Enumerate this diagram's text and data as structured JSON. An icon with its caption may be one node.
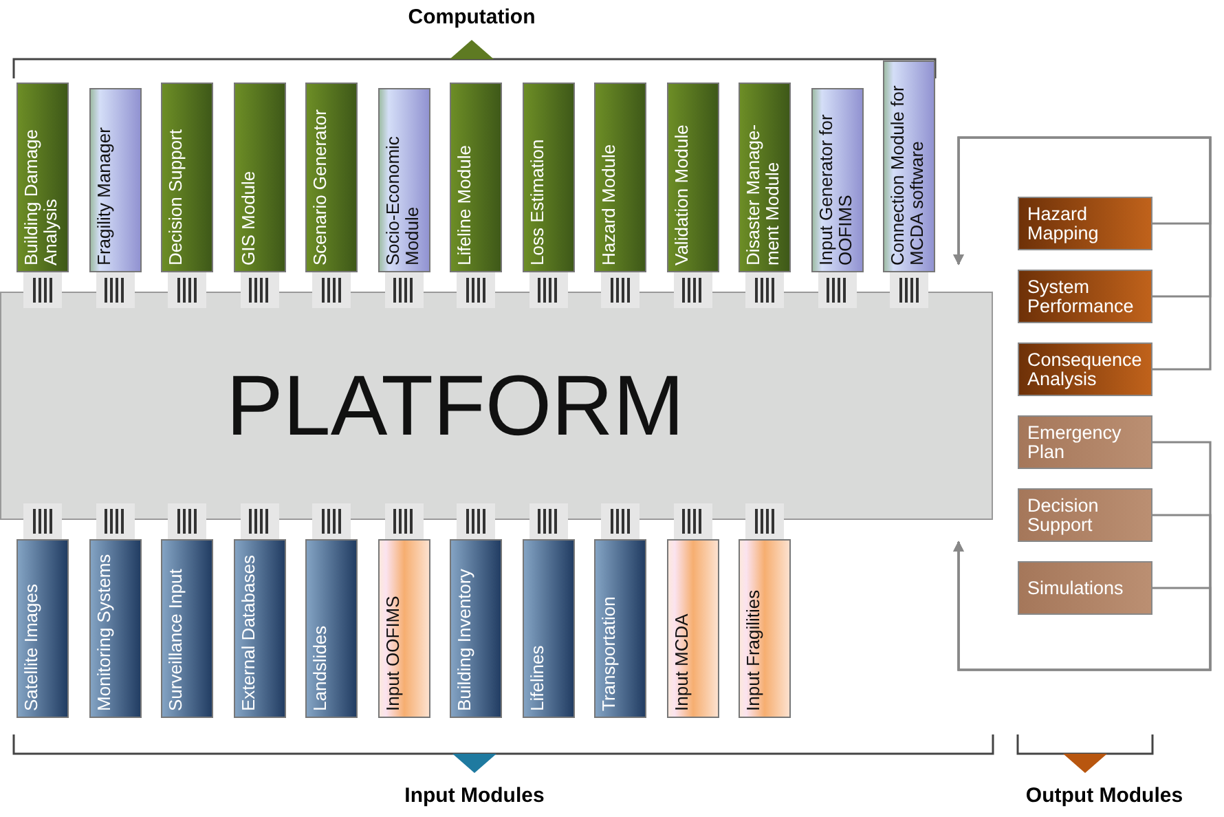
{
  "diagram": {
    "nodes": [
      {
        "text": [
          "PLATFORM"
        ]
      },
      {
        "text": [
          "Building Damage Analysis"
        ]
      },
      {
        "text": [
          "Fragility Manager"
        ]
      },
      {
        "text": [
          "Decision Support"
        ]
      },
      {
        "text": [
          "GIS Module"
        ]
      },
      {
        "text": [
          "Scenario Generator"
        ]
      },
      {
        "text": [
          "Socio-Economic Module"
        ]
      },
      {
        "text": [
          "Lifeline Module"
        ]
      },
      {
        "text": [
          "Loss Estimation"
        ]
      },
      {
        "text": [
          "Hazard Module"
        ]
      },
      {
        "text": [
          "Validation Module"
        ]
      },
      {
        "text": [
          "Disaster Manage-ment Module"
        ]
      },
      {
        "text": [
          "Input Generator for OOFIMS"
        ]
      },
      {
        "text": [
          "Connection Module for MCDA software"
        ]
      },
      {
        "text": [
          "Satellite Images"
        ]
      },
      {
        "text": [
          "Monitoring Systems"
        ]
      },
      {
        "text": [
          "Surveillance Input"
        ]
      },
      {
        "text": [
          "External Databases"
        ]
      },
      {
        "text": [
          "Landslides"
        ]
      },
      {
        "text": [
          "Input OOFIMS"
        ]
      },
      {
        "text": [
          "Building Inventory"
        ]
      },
      {
        "text": [
          "Lifelines"
        ]
      },
      {
        "text": [
          "Transportation"
        ]
      },
      {
        "text": [
          "Input MCDA"
        ]
      },
      {
        "text": [
          "Input Fragilities"
        ]
      },
      {
        "text": [
          "Hazard Mapping"
        ]
      },
      {
        "text": [
          "System Performance"
        ]
      },
      {
        "text": [
          "Consequence Analysis"
        ]
      },
      {
        "text": [
          "Emergency Plan"
        ]
      },
      {
        "text": [
          "Decision Support"
        ]
      },
      {
        "text": [
          "Simulations"
        ]
      }
    ],
    "edges": [
      {
        "from": 25,
        "to": 0,
        "arrow": "to"
      },
      {
        "from": 26,
        "to": 0,
        "arrow": "to"
      },
      {
        "from": 27,
        "to": 0,
        "arrow": "to"
      },
      {
        "from": 28,
        "to": 0,
        "arrow": "to"
      },
      {
        "from": 29,
        "to": 0,
        "arrow": "to"
      },
      {
        "from": 30,
        "to": 0,
        "arrow": "to"
      }
    ],
    "labels": [
      "Computation",
      "Input Modules",
      "Output Modules"
    ]
  }
}
